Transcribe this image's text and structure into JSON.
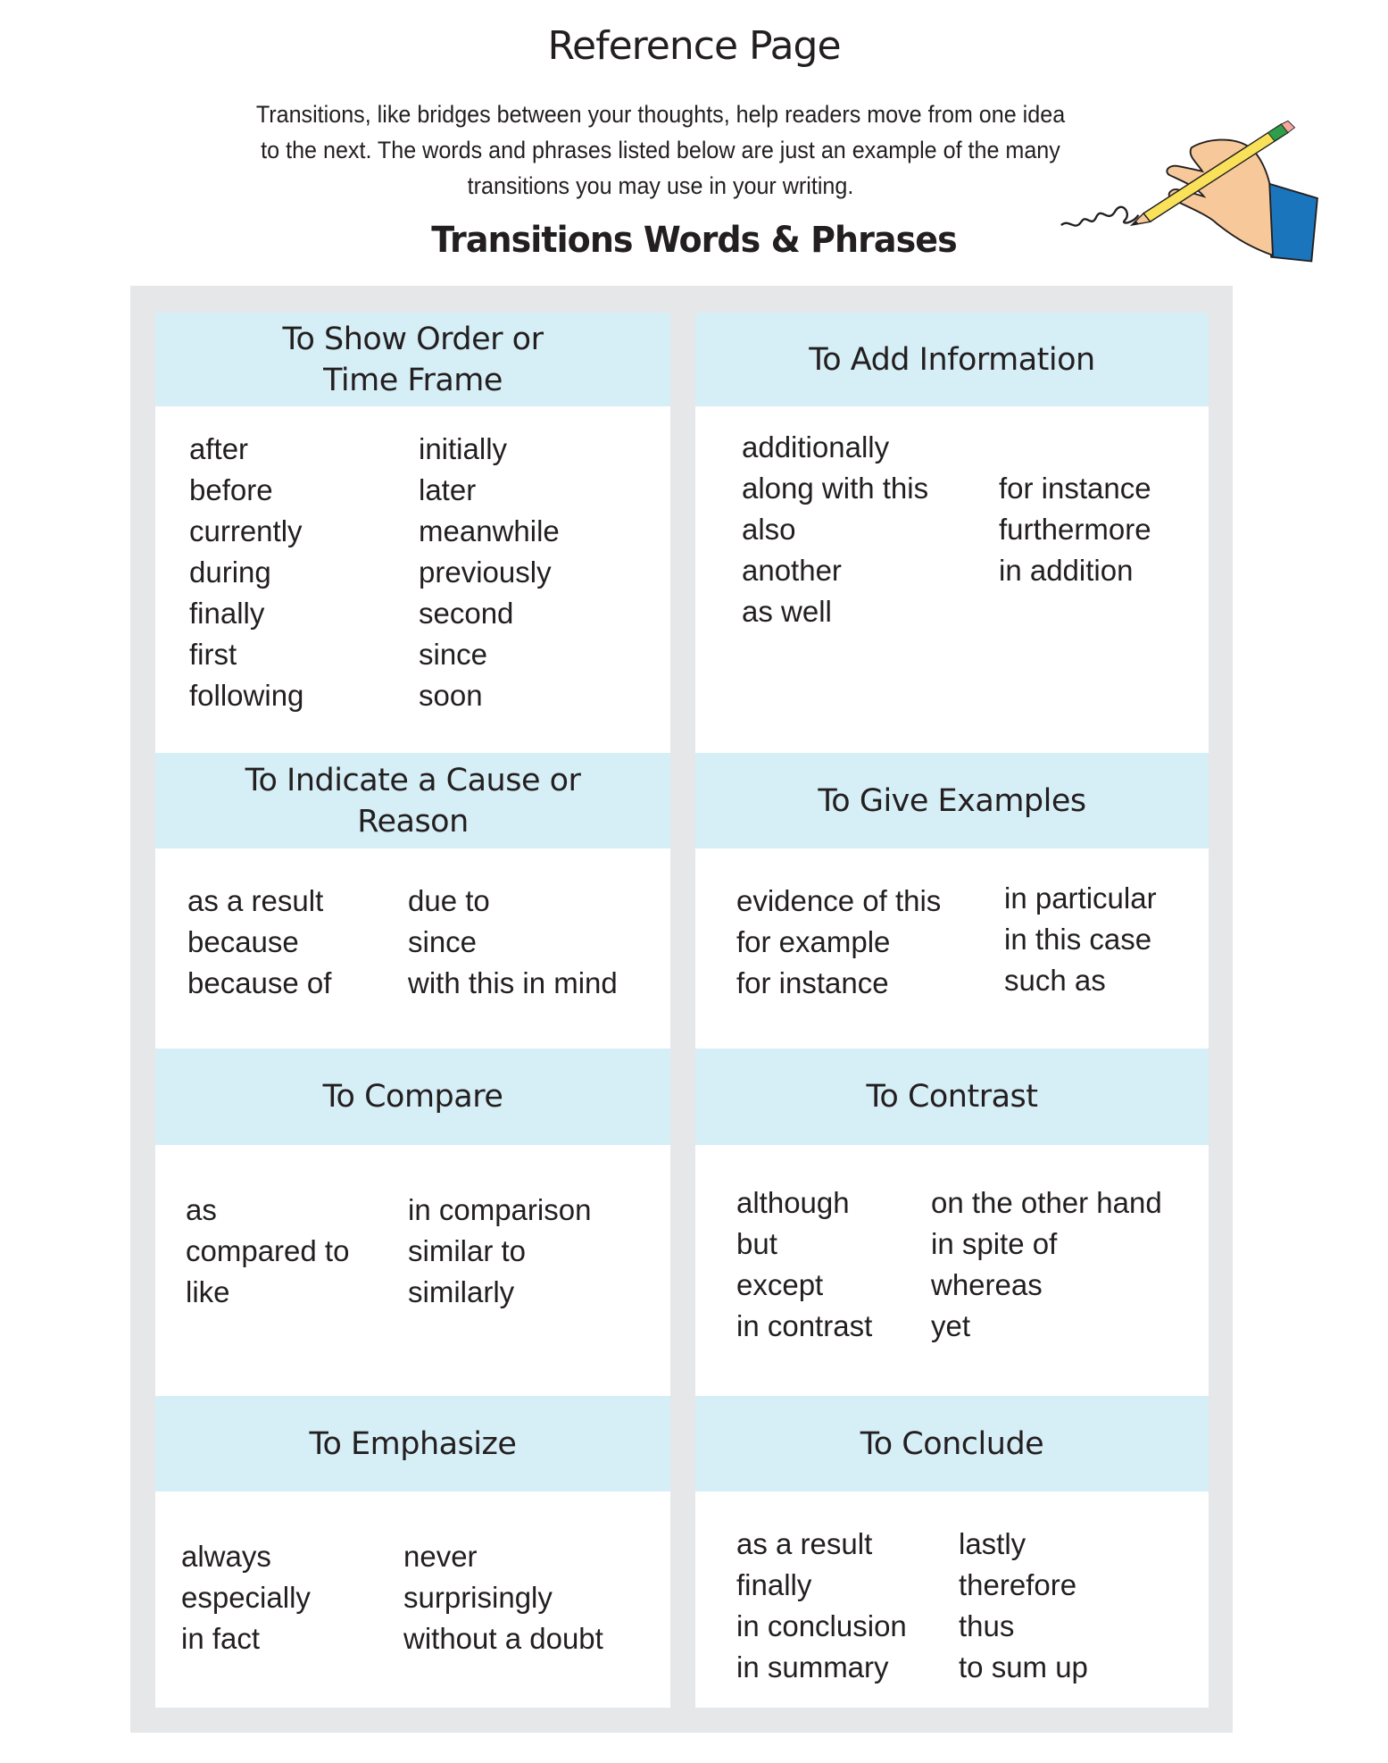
{
  "header": {
    "title": "Reference Page",
    "intro_lines": [
      "Transitions, like bridges between your thoughts, help readers move from one idea",
      "to the next. The words and phrases listed below are just an example of the many",
      "transitions you may use in your writing."
    ],
    "subtitle": "Transitions Words & Phrases",
    "illustration": "hand-writing-with-pencil-icon"
  },
  "colors": {
    "frame": "#e6e7e9",
    "header_band": "#d6eef6",
    "text": "#231f20",
    "sleeve": "#1b75bc",
    "skin": "#f7c99a",
    "pencil": "#f9e25a"
  },
  "sections": [
    {
      "heading_lines": [
        "To Show Order or",
        "Time Frame"
      ],
      "col1": [
        "after",
        "before",
        "currently",
        "during",
        "finally",
        "first",
        "following"
      ],
      "col2": [
        "initially",
        "later",
        "meanwhile",
        "previously",
        "second",
        "since",
        "soon"
      ]
    },
    {
      "heading_lines": [
        "To Add Information"
      ],
      "col1": [
        "additionally",
        "along with this",
        "also",
        "another",
        "as well"
      ],
      "col2": [
        "",
        "for instance",
        "furthermore",
        "in addition"
      ]
    },
    {
      "heading_lines": [
        "To Indicate a Cause or",
        "Reason"
      ],
      "col1": [
        "as a result",
        "because",
        "because of"
      ],
      "col2": [
        "due to",
        "since",
        "with this in mind"
      ]
    },
    {
      "heading_lines": [
        "To Give Examples"
      ],
      "col1": [
        "evidence of this",
        "for example",
        "for instance"
      ],
      "col2": [
        "in particular",
        "in this case",
        "such as"
      ]
    },
    {
      "heading_lines": [
        "To Compare"
      ],
      "col1": [
        "as",
        "compared to",
        "like"
      ],
      "col2": [
        "in comparison",
        "similar to",
        "similarly"
      ]
    },
    {
      "heading_lines": [
        "To Contrast"
      ],
      "col1": [
        "although",
        "but",
        "except",
        "in contrast"
      ],
      "col2": [
        "on the other hand",
        "in spite of",
        "whereas",
        "yet"
      ]
    },
    {
      "heading_lines": [
        "To Emphasize"
      ],
      "col1": [
        "always",
        "especially",
        "in fact"
      ],
      "col2": [
        "never",
        "surprisingly",
        "without a doubt"
      ]
    },
    {
      "heading_lines": [
        "To Conclude"
      ],
      "col1": [
        "as a result",
        "finally",
        "in conclusion",
        "in summary"
      ],
      "col2": [
        "lastly",
        "therefore",
        "thus",
        "to sum up"
      ]
    }
  ]
}
